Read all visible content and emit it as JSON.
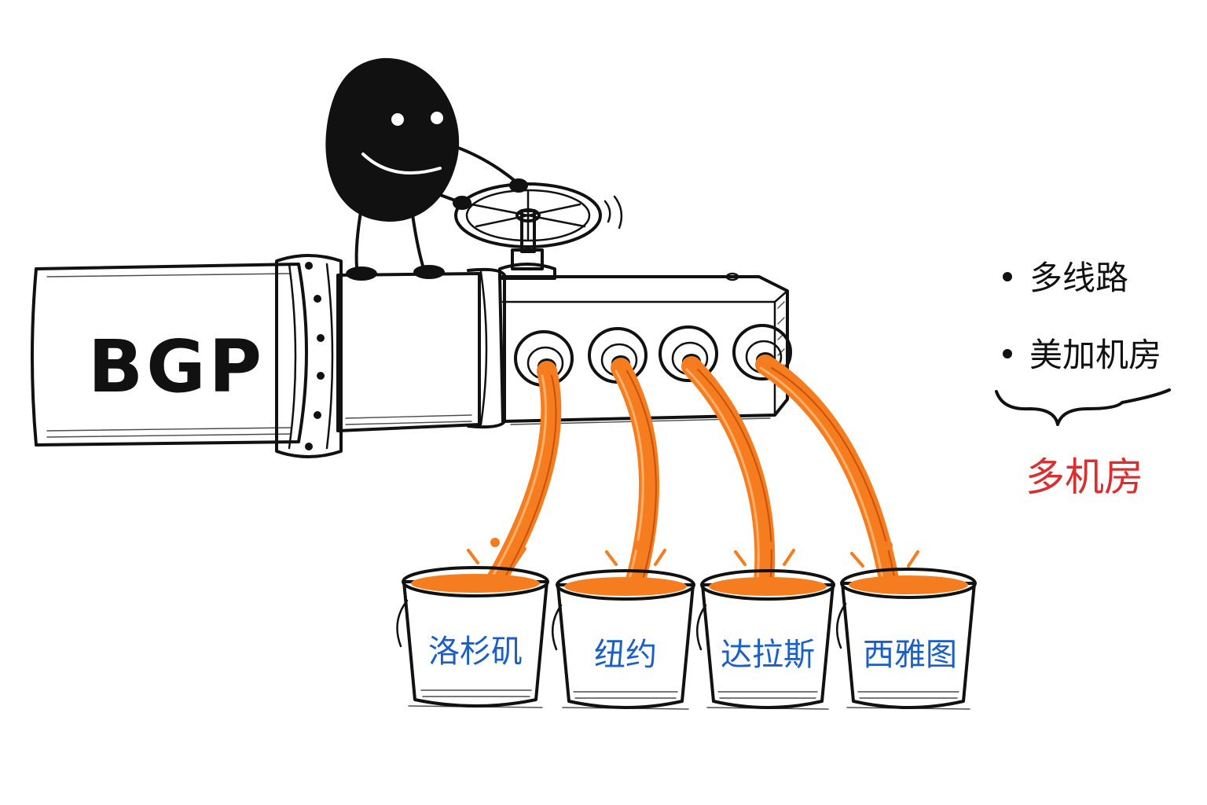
{
  "pipe": {
    "label": "BGP"
  },
  "buckets": [
    {
      "label": "洛杉矶"
    },
    {
      "label": "纽约"
    },
    {
      "label": "达拉斯"
    },
    {
      "label": "西雅图"
    }
  ],
  "notes": {
    "bullets": [
      {
        "text": "多线路"
      },
      {
        "text": "美加机房"
      }
    ],
    "summary": "多机房"
  },
  "colors": {
    "ink": "#111111",
    "flow": "#f57d1f",
    "bucket_label": "#1a5fc8",
    "summary": "#d83030"
  },
  "icons": {
    "character": "black-blob-character-icon",
    "valve": "valve-wheel-icon",
    "bucket": "bucket-icon",
    "brace": "curly-brace-icon"
  }
}
